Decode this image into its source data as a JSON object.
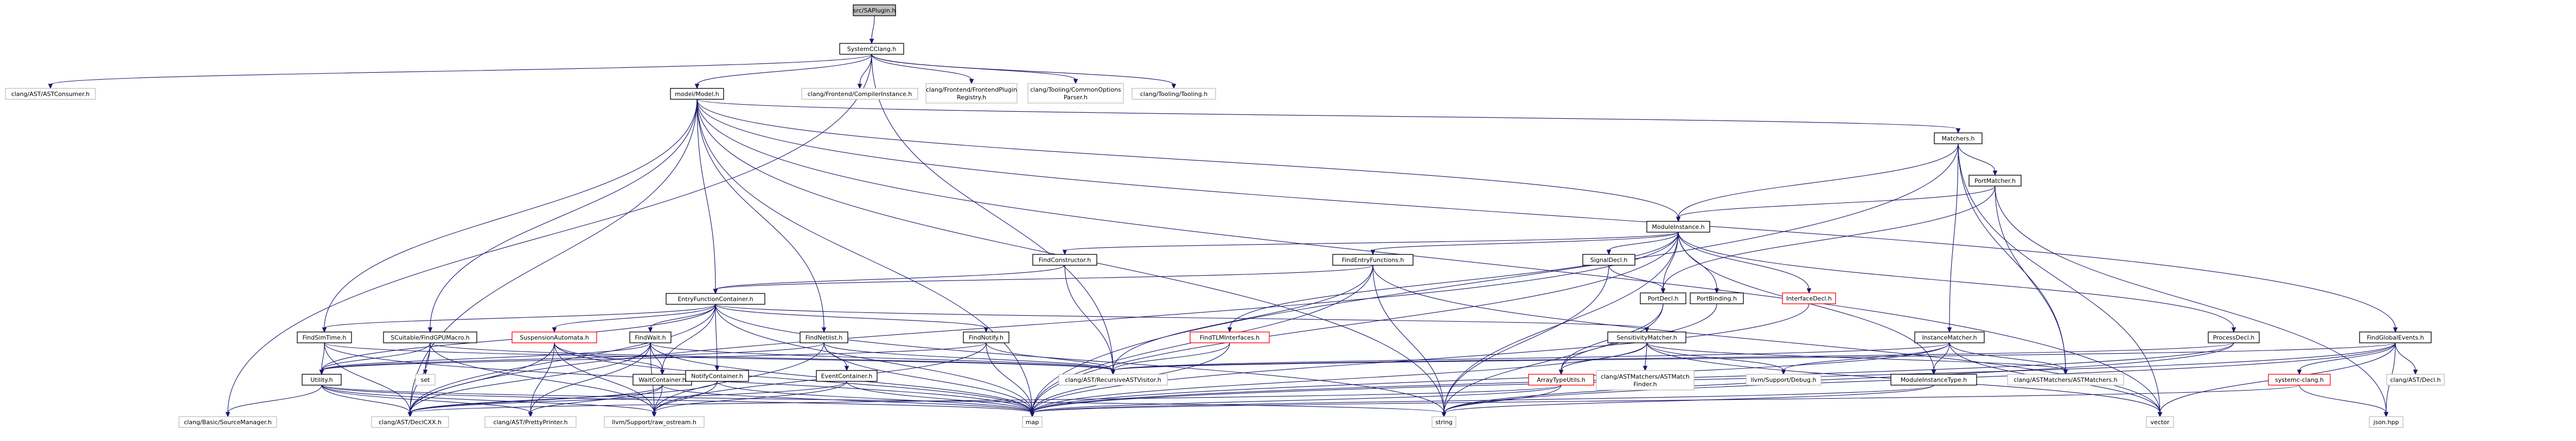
{
  "diagram": {
    "nodes": [
      {
        "id": "root",
        "lines": [
          "src/SAPlugin.h"
        ],
        "style": "root"
      },
      {
        "id": "systemc",
        "lines": [
          "SystemCClang.h"
        ],
        "style": "normal"
      },
      {
        "id": "astconsumer",
        "lines": [
          "clang/AST/ASTConsumer.h"
        ],
        "style": "ext"
      },
      {
        "id": "model",
        "lines": [
          "model/Model.h"
        ],
        "style": "normal"
      },
      {
        "id": "compilerinst",
        "lines": [
          "clang/Frontend/CompilerInstance.h"
        ],
        "style": "ext"
      },
      {
        "id": "frontendplugin",
        "lines": [
          "clang/Frontend/FrontendPlugin",
          "Registry.h"
        ],
        "style": "ext"
      },
      {
        "id": "commonopts",
        "lines": [
          "clang/Tooling/CommonOptions",
          "Parser.h"
        ],
        "style": "ext"
      },
      {
        "id": "tooling",
        "lines": [
          "clang/Tooling/Tooling.h"
        ],
        "style": "ext"
      },
      {
        "id": "matchers",
        "lines": [
          "Matchers.h"
        ],
        "style": "normal"
      },
      {
        "id": "portmatcher",
        "lines": [
          "PortMatcher.h"
        ],
        "style": "normal"
      },
      {
        "id": "modinst",
        "lines": [
          "ModuleInstance.h"
        ],
        "style": "normal"
      },
      {
        "id": "findconstructor",
        "lines": [
          "FindConstructor.h"
        ],
        "style": "normal"
      },
      {
        "id": "findentryfunctions",
        "lines": [
          "FindEntryFunctions.h"
        ],
        "style": "normal"
      },
      {
        "id": "signaldecl",
        "lines": [
          "SignalDecl.h"
        ],
        "style": "normal"
      },
      {
        "id": "portdecl",
        "lines": [
          "PortDecl.h"
        ],
        "style": "normal"
      },
      {
        "id": "portbinding",
        "lines": [
          "PortBinding.h"
        ],
        "style": "normal"
      },
      {
        "id": "interfacedecl",
        "lines": [
          "InterfaceDecl.h"
        ],
        "style": "red"
      },
      {
        "id": "entryfunccontainer",
        "lines": [
          "EntryFunctionContainer.h"
        ],
        "style": "normal"
      },
      {
        "id": "findsimtime",
        "lines": [
          "FindSimTime.h"
        ],
        "style": "normal"
      },
      {
        "id": "findgpumacro",
        "lines": [
          "SCuitable/FindGPUMacro.h"
        ],
        "style": "normal"
      },
      {
        "id": "suspensionautomata",
        "lines": [
          "SuspensionAutomata.h"
        ],
        "style": "red"
      },
      {
        "id": "findwait",
        "lines": [
          "FindWait.h"
        ],
        "style": "normal"
      },
      {
        "id": "findnetlist",
        "lines": [
          "FindNetlist.h"
        ],
        "style": "normal"
      },
      {
        "id": "findnotify",
        "lines": [
          "FindNotify.h"
        ],
        "style": "normal"
      },
      {
        "id": "findtlm",
        "lines": [
          "FindTLMInterfaces.h"
        ],
        "style": "red"
      },
      {
        "id": "sensitivitymatcher",
        "lines": [
          "SensitivityMatcher.h"
        ],
        "style": "normal"
      },
      {
        "id": "instancematcher",
        "lines": [
          "InstanceMatcher.h"
        ],
        "style": "normal"
      },
      {
        "id": "processdecl",
        "lines": [
          "ProcessDecl.h"
        ],
        "style": "normal"
      },
      {
        "id": "findglobalevents",
        "lines": [
          "FindGlobalEvents.h"
        ],
        "style": "normal"
      },
      {
        "id": "utility",
        "lines": [
          "Utility.h"
        ],
        "style": "normal"
      },
      {
        "id": "set",
        "lines": [
          "set"
        ],
        "style": "ext"
      },
      {
        "id": "waitcontainer",
        "lines": [
          "WaitContainer.h"
        ],
        "style": "normal"
      },
      {
        "id": "notifycontainer",
        "lines": [
          "NotifyContainer.h"
        ],
        "style": "normal"
      },
      {
        "id": "eventcontainer",
        "lines": [
          "EventContainer.h"
        ],
        "style": "normal"
      },
      {
        "id": "recursiveastvisitor",
        "lines": [
          "clang/AST/RecursiveASTVisitor.h"
        ],
        "style": "ext"
      },
      {
        "id": "arraytypeutils",
        "lines": [
          "ArrayTypeUtils.h"
        ],
        "style": "red"
      },
      {
        "id": "astmatchfinder",
        "lines": [
          "clang/ASTMatchers/ASTMatch",
          "Finder.h"
        ],
        "style": "ext"
      },
      {
        "id": "llvmdebug",
        "lines": [
          "llvm/Support/Debug.h"
        ],
        "style": "ext"
      },
      {
        "id": "modinsttype",
        "lines": [
          "ModuleInstanceType.h"
        ],
        "style": "normal"
      },
      {
        "id": "astmatchers",
        "lines": [
          "clang/ASTMatchers/ASTMatchers.h"
        ],
        "style": "ext"
      },
      {
        "id": "systemcclang",
        "lines": [
          "systemc-clang.h"
        ],
        "style": "red"
      },
      {
        "id": "astdecl",
        "lines": [
          "clang/AST/Decl.h"
        ],
        "style": "ext"
      },
      {
        "id": "sourcemanager",
        "lines": [
          "clang/Basic/SourceManager.h"
        ],
        "style": "ext"
      },
      {
        "id": "declcxx",
        "lines": [
          "clang/AST/DeclCXX.h"
        ],
        "style": "ext"
      },
      {
        "id": "prettyprinter",
        "lines": [
          "clang/AST/PrettyPrinter.h"
        ],
        "style": "ext"
      },
      {
        "id": "rawostream",
        "lines": [
          "llvm/Support/raw_ostream.h"
        ],
        "style": "ext"
      },
      {
        "id": "map",
        "lines": [
          "map"
        ],
        "style": "ext"
      },
      {
        "id": "string",
        "lines": [
          "string"
        ],
        "style": "ext"
      },
      {
        "id": "vector",
        "lines": [
          "vector"
        ],
        "style": "ext"
      },
      {
        "id": "jsonhpp",
        "lines": [
          "json.hpp"
        ],
        "style": "ext"
      }
    ]
  }
}
